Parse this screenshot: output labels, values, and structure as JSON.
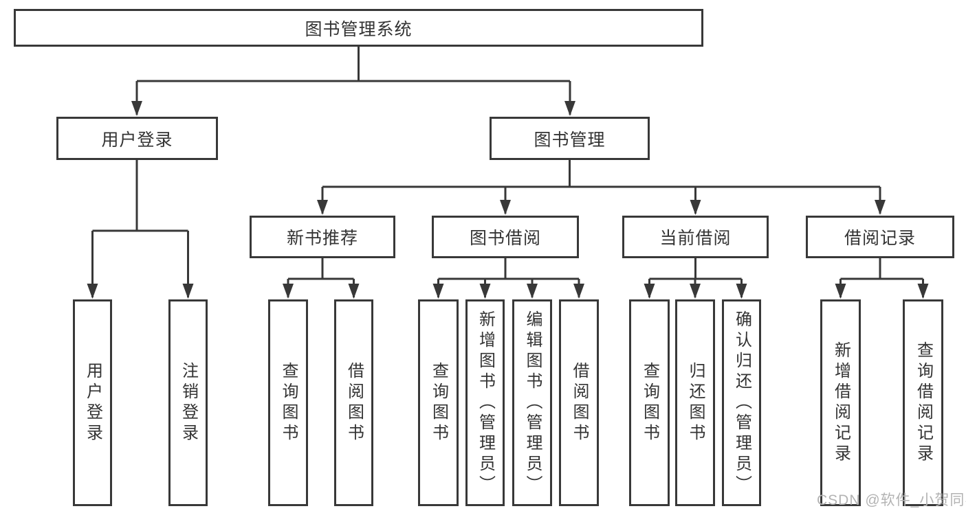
{
  "diagram": {
    "type": "tree",
    "root": {
      "label": "图书管理系统",
      "children": [
        {
          "label": "用户登录",
          "children": [
            {
              "label": "用户登录"
            },
            {
              "label": "注销登录"
            }
          ]
        },
        {
          "label": "图书管理",
          "children": [
            {
              "label": "新书推荐",
              "children": [
                {
                  "label": "查询图书"
                },
                {
                  "label": "借阅图书"
                }
              ]
            },
            {
              "label": "图书借阅",
              "children": [
                {
                  "label": "查询图书"
                },
                {
                  "label": "新增图书（管理员）"
                },
                {
                  "label": "编辑图书（管理员）"
                },
                {
                  "label": "借阅图书"
                }
              ]
            },
            {
              "label": "当前借阅",
              "children": [
                {
                  "label": "查询图书"
                },
                {
                  "label": "归还图书"
                },
                {
                  "label": "确认归还（管理员）"
                }
              ]
            },
            {
              "label": "借阅记录",
              "children": [
                {
                  "label": "新增借阅记录"
                },
                {
                  "label": "查询借阅记录"
                }
              ]
            }
          ]
        }
      ]
    }
  },
  "watermark": {
    "text": "CSDN @软件_小贺同学",
    "color": "#b3b3b3"
  },
  "colors": {
    "line": "#383838",
    "text": "#333333",
    "background": "#ffffff"
  }
}
